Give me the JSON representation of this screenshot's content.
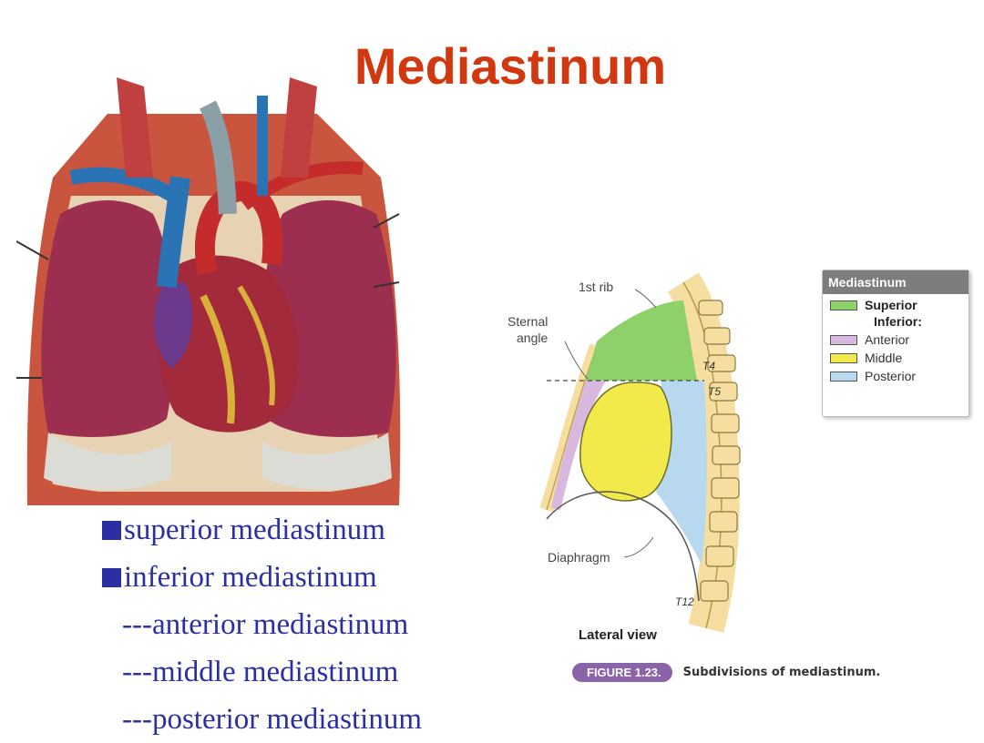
{
  "title": "Mediastinum",
  "bullets": {
    "items": [
      "superior mediastinum",
      "inferior mediastinum"
    ],
    "subitems": [
      "---anterior mediastinum",
      "---middle mediastinum",
      "---posterior mediastinum"
    ]
  },
  "figure": {
    "labels": {
      "first_rib": "1st rib",
      "sternal": "Sternal",
      "angle": "angle",
      "diaphragm": "Diaphragm",
      "t4": "T4",
      "t5": "T5",
      "t12": "T12",
      "view": "Lateral view"
    },
    "legend": {
      "header": "Mediastinum",
      "superior": "Superior",
      "inferior": "Inferior:",
      "anterior": "Anterior",
      "middle": "Middle",
      "posterior": "Posterior"
    },
    "caption": {
      "number": "FIGURE 1.23.",
      "text": "Subdivisions of mediastinum."
    }
  },
  "colors": {
    "title": "#d2380f",
    "bullet_text": "#2a2fa3",
    "superior": "#8ed16b",
    "anterior": "#d9b8e0",
    "middle": "#f2ea4b",
    "posterior": "#b7d8ee",
    "bone": "#f5dea0",
    "caption_pill": "#8a63a8"
  }
}
